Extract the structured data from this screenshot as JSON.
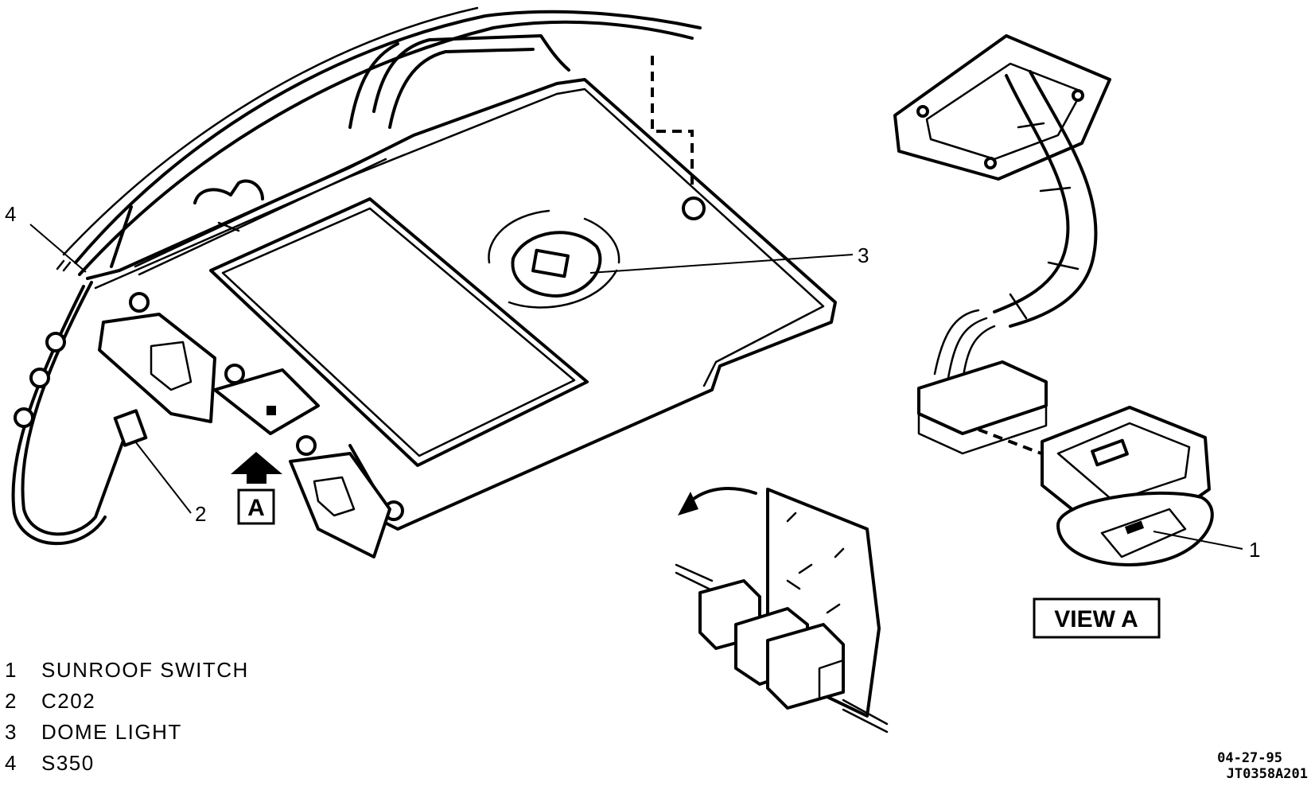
{
  "callouts": {
    "c1": "1",
    "c2": "2",
    "c3": "3",
    "c4": "4"
  },
  "view_marker": "A",
  "view_label": "VIEW A",
  "legend": [
    {
      "num": "1",
      "label": "SUNROOF SWITCH"
    },
    {
      "num": "2",
      "label": "C202"
    },
    {
      "num": "3",
      "label": "DOME LIGHT"
    },
    {
      "num": "4",
      "label": "S350"
    }
  ],
  "footer_codes": {
    "date": "04-27-95",
    "figure_id": "JT0358A201"
  }
}
